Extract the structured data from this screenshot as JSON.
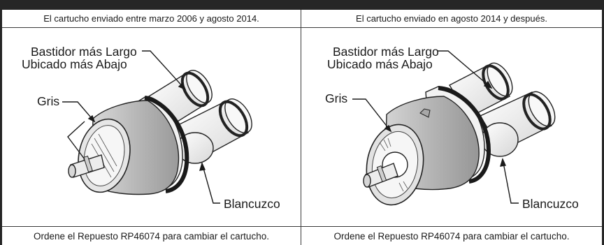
{
  "left": {
    "header": "El cartucho enviado entre marzo 2006 y agosto 2014.",
    "label_housing_line1": "Bastidor más Largo",
    "label_housing_line2": "Ubicado más Abajo",
    "label_gray": "Gris",
    "label_white": "Blancuzco",
    "footer": "Ordene el Repuesto RP46074 para cambiar el cartucho."
  },
  "right": {
    "header": "El cartucho enviado en agosto 2014 y después.",
    "label_housing_line1": "Bastidor más Largo",
    "label_housing_line2": "Ubicado más Abajo",
    "label_gray": "Gris",
    "label_white": "Blancuzco",
    "footer": "Ordene el Repuesto RP46074 para cambiar el cartucho."
  },
  "colors": {
    "frame": "#262626",
    "gray_body": "#bdbdbd",
    "white_body": "#f4f4f4",
    "ink": "#1a1a1a"
  },
  "icons": {
    "left_illustration": "cartridge-2006-2014-icon",
    "right_illustration": "cartridge-2014-later-icon"
  }
}
